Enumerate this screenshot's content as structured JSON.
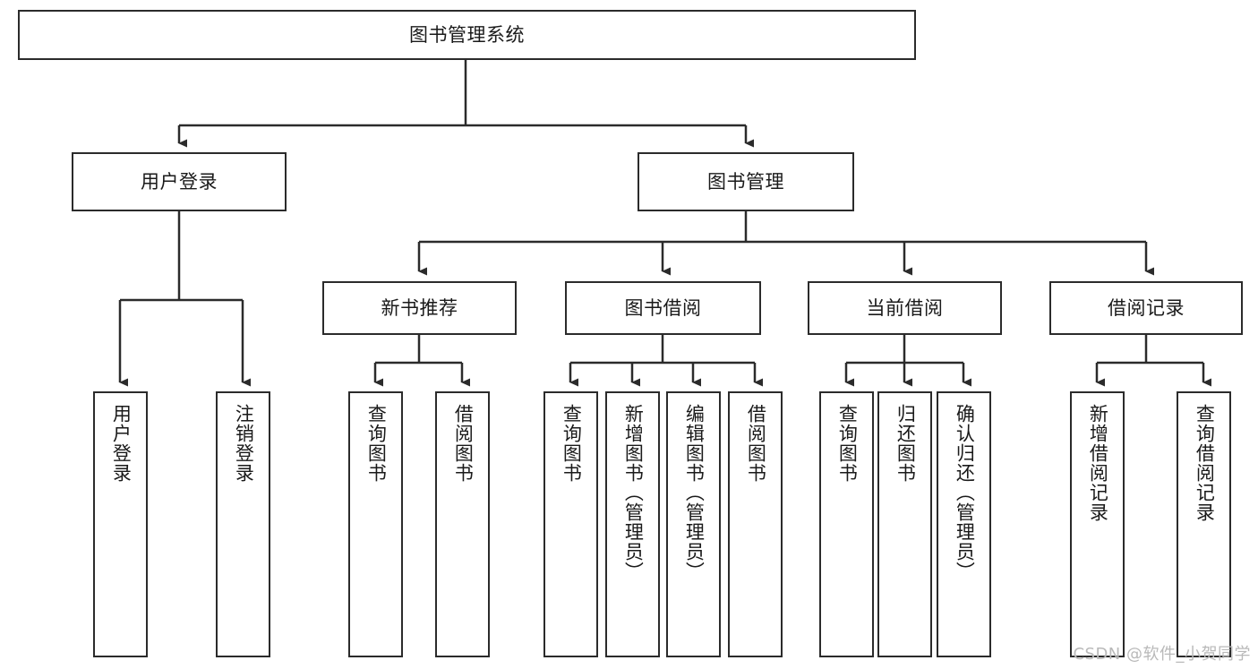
{
  "diagram": {
    "title": "图书管理系统",
    "type": "tree",
    "watermark": "CSDN @软件_小贺同学",
    "stroke_color": "#2b2b2b",
    "fill_color": "#ffffff",
    "text_color": "#1a1a1a",
    "watermark_color": "#b9b9b9"
  },
  "nodes": {
    "root": {
      "label": "图书管理系统"
    },
    "level1": [
      {
        "label": "用户登录"
      },
      {
        "label": "图书管理"
      }
    ],
    "level2": [
      {
        "label": "新书推荐"
      },
      {
        "label": "图书借阅"
      },
      {
        "label": "当前借阅"
      },
      {
        "label": "借阅记录"
      }
    ],
    "leaves": {
      "user_login": [
        {
          "label": "用户登录"
        },
        {
          "label": "注销登录"
        }
      ],
      "new_book_recommend": [
        {
          "label": "查询图书"
        },
        {
          "label": "借阅图书"
        }
      ],
      "book_borrow": [
        {
          "label": "查询图书"
        },
        {
          "label": "新增图书（管理员）"
        },
        {
          "label": "编辑图书（管理员）"
        },
        {
          "label": "借阅图书"
        }
      ],
      "current_borrow": [
        {
          "label": "查询图书"
        },
        {
          "label": "归还图书"
        },
        {
          "label": "确认归还（管理员）"
        }
      ],
      "borrow_record": [
        {
          "label": "新增借阅记录"
        },
        {
          "label": "查询借阅记录"
        }
      ]
    }
  }
}
